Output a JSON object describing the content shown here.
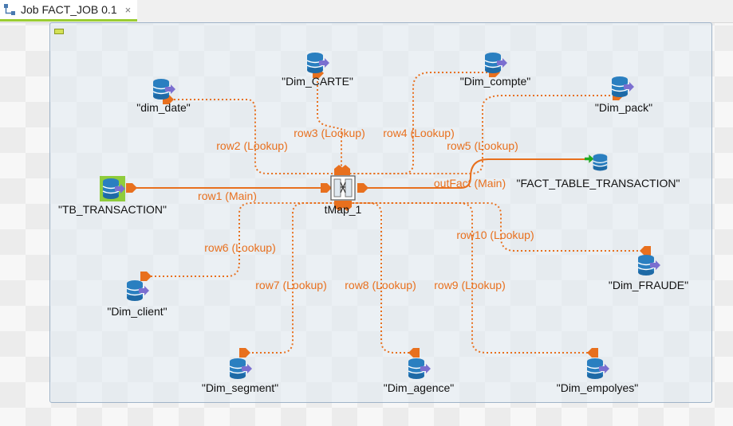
{
  "tab": {
    "title": "Job FACT_JOB 0.1",
    "close": "×"
  },
  "nodes": {
    "tb_transaction": "\"TB_TRANSACTION\"",
    "tmap": "tMap_1",
    "dim_carte": "\"Dim_CARTE\"",
    "dim_compte": "\"Dim_compte\"",
    "dim_date": "\"dim_date\"",
    "dim_pack": "\"Dim_pack\"",
    "fact_table": "\"FACT_TABLE_TRANSACTION\"",
    "dim_fraude": "\"Dim_FRAUDE\"",
    "dim_client": "\"Dim_client\"",
    "dim_segment": "\"Dim_segment\"",
    "dim_agence": "\"Dim_agence\"",
    "dim_empolyes": "\"Dim_empolyes\""
  },
  "connections": {
    "row1": "row1 (Main)",
    "row2": "row2 (Lookup)",
    "row3": "row3 (Lookup)",
    "row4": "row4 (Lookup)",
    "row5": "row5 (Lookup)",
    "row6": "row6 (Lookup)",
    "row7": "row7 (Lookup)",
    "row8": "row8 (Lookup)",
    "row9": "row9 (Lookup)",
    "row10": "row10 (Lookup)",
    "outfact": "outFact (Main)"
  },
  "colors": {
    "connection": "#e8701e",
    "db_blue": "#2a7fc0",
    "tab_accent": "#9acd32",
    "output_arrow": "#22aa22"
  },
  "icons": {
    "db": "database-icon",
    "tmap": "tmap-icon",
    "job": "job-icon"
  }
}
